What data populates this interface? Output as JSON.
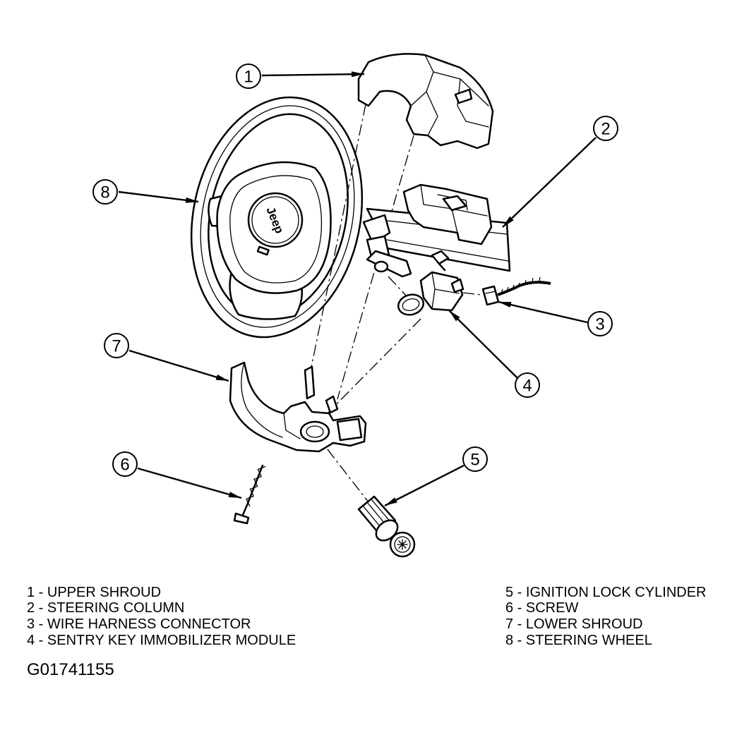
{
  "logo_text": "Jeep",
  "callouts": [
    {
      "number": "1"
    },
    {
      "number": "2"
    },
    {
      "number": "3"
    },
    {
      "number": "4"
    },
    {
      "number": "5"
    },
    {
      "number": "6"
    },
    {
      "number": "7"
    },
    {
      "number": "8"
    }
  ],
  "legend": {
    "left": [
      "1 - UPPER SHROUD",
      "2 - STEERING COLUMN",
      "3 - WIRE HARNESS CONNECTOR",
      "4 - SENTRY KEY IMMOBILIZER MODULE"
    ],
    "right": [
      "5 - IGNITION LOCK CYLINDER",
      "6 - SCREW",
      "7 - LOWER SHROUD",
      "8 - STEERING WHEEL"
    ]
  },
  "figure_id": "G01741155"
}
